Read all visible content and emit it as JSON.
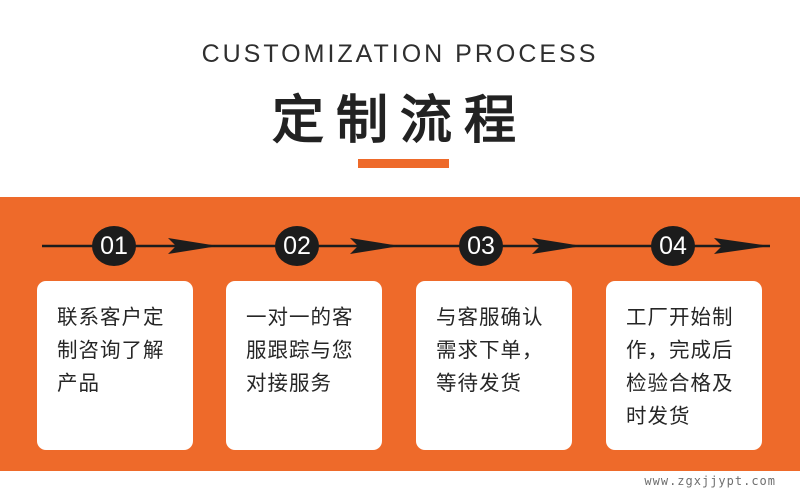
{
  "header": {
    "subtitle_en": "CUSTOMIZATION PROCESS",
    "title_cn": "定制流程"
  },
  "colors": {
    "accent": "#ee6a2a",
    "badge": "#1c1c1c",
    "card": "#ffffff",
    "text": "#262626"
  },
  "steps": [
    {
      "number": "01",
      "text": "联系客户定制咨询了解产品"
    },
    {
      "number": "02",
      "text": "一对一的客服跟踪与您对接服务"
    },
    {
      "number": "03",
      "text": "与客服确认需求下单，等待发货"
    },
    {
      "number": "04",
      "text": "工厂开始制作，完成后检验合格及时发货"
    }
  ],
  "footer": {
    "watermark": "www.zgxjjypt.com"
  }
}
